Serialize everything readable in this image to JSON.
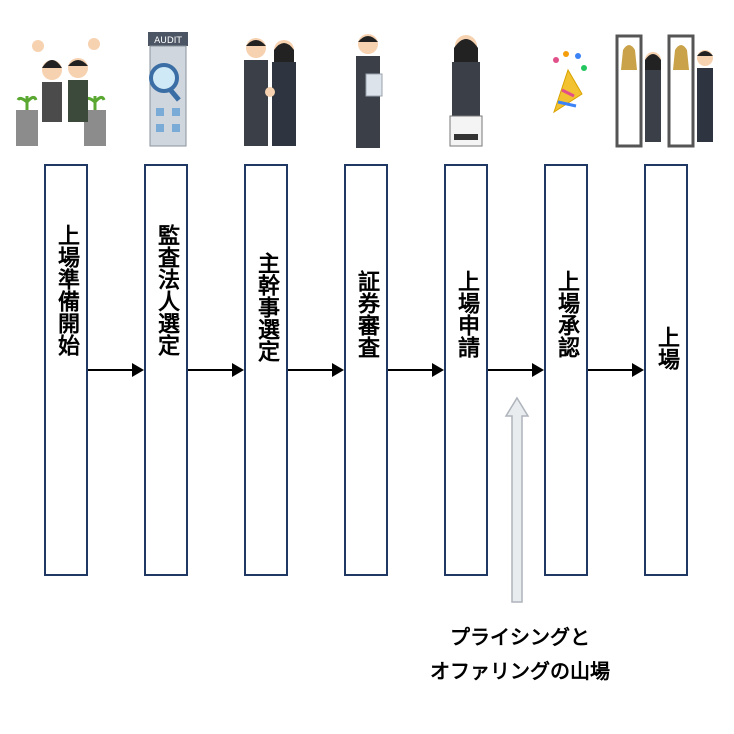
{
  "steps": [
    {
      "label": "上場準備開始",
      "icon": "celebrating-business-people-with-sprouts-icon"
    },
    {
      "label": "監査法人選定",
      "icon": "audit-building-magnifier-icon"
    },
    {
      "label": "主幹事選定",
      "icon": "handshake-business-people-icon"
    },
    {
      "label": "証券審査",
      "icon": "businessman-with-document-icon"
    },
    {
      "label": "上場申請",
      "icon": "businesswoman-with-application-icon"
    },
    {
      "label": "上場承認",
      "icon": "party-popper-icon"
    },
    {
      "label": "上場",
      "icon": "bell-ringing-ceremony-icon"
    }
  ],
  "note": {
    "line1": "プライシングと",
    "line2": "オファリングの山場"
  },
  "colors": {
    "box_border": "#1f3864",
    "arrow": "#000000",
    "up_arrow_fill": "#e9ecef",
    "up_arrow_stroke": "#aeb4bb"
  }
}
